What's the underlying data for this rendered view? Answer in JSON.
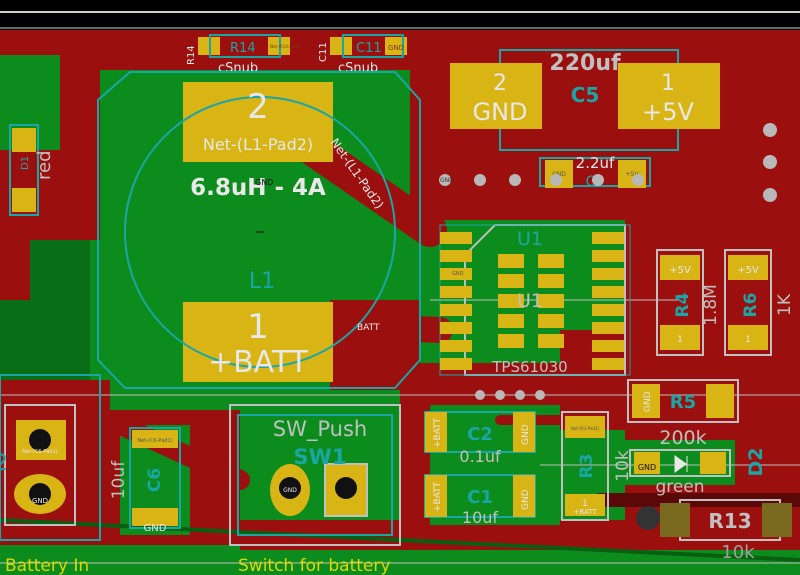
{
  "colors": {
    "background": "#000000",
    "copper_front": "#9c0f0f",
    "copper_back": "#0c8c1c",
    "pad": "#d8b414",
    "silkscreen": "#e8e8e8",
    "fab_outline": "#1aa6a6",
    "via": "#b8b8b8",
    "ratsnest": "#c0c0c0",
    "user_text": "#e0d600"
  },
  "components": {
    "r14": {
      "ref": "R14",
      "value": "R14",
      "fab": "cSnub",
      "pad_net": "Net-(R14-Pad2)"
    },
    "c11": {
      "ref": "C11",
      "value": "C11",
      "fab": "cSnub",
      "pad_net": "GND"
    },
    "c5": {
      "ref": "C5",
      "value": "220uf",
      "pad1_num": "1",
      "pad1_net": "+5V",
      "pad2_num": "2",
      "pad2_net": "GND"
    },
    "c4": {
      "ref": "C4",
      "value": "2.2uf",
      "pad1_net": "+5V",
      "pad2_net": "GND"
    },
    "l1": {
      "ref": "L1",
      "value": "6.8uH - 4A",
      "pad2_num": "2",
      "pad2_net": "Net-(L1-Pad2)",
      "pad1_num": "1",
      "pad1_net": "+BATT",
      "trace_label": "Net-(L1-Pad2)",
      "batt_label": "BATT",
      "gnd_label": "GND"
    },
    "d1": {
      "ref": "D1",
      "value": "red"
    },
    "u1": {
      "ref": "U1",
      "ref_fab": "U1",
      "value": "TPS61030",
      "pin_label": "GND"
    },
    "r4": {
      "ref": "R4",
      "value": "1.8M",
      "pad_net": "+5V",
      "pad_num": "1"
    },
    "r6": {
      "ref": "R6",
      "value": "1K",
      "pad_net": "+5V",
      "pad_num": "1"
    },
    "r5": {
      "ref": "R5",
      "value": "200k",
      "pad_net": "GND"
    },
    "c2": {
      "ref": "C2",
      "value": "0.1uf",
      "pad1_net": "+BATT",
      "pad2_net": "GND"
    },
    "c1": {
      "ref": "C1",
      "value": "10uf",
      "pad1_net": "+BATT",
      "pad2_net": "GND"
    },
    "r3": {
      "ref": "R3",
      "value": "10k",
      "pad1_net": "Net-(R3-Pad2)",
      "pad2_net": "+BATT",
      "pad_num": "1"
    },
    "d2": {
      "ref": "D2",
      "value": "green",
      "pad_net": "GND"
    },
    "r13": {
      "ref": "R13",
      "value": "10k"
    },
    "c6": {
      "ref": "C6",
      "value": "10uf",
      "pad_top": "Net-(C6-Pad1)",
      "pad_bottom": "GND"
    },
    "sw1": {
      "ref": "SW1",
      "value": "SW_Push",
      "hole_label": "GND"
    },
    "j_batt": {
      "pad_net": "Net-(C6-Pad1)",
      "hole_label": "GND",
      "side_num": "2"
    }
  },
  "labels": {
    "battery_in": "Battery In",
    "switch_for_battery": "Switch for battery"
  },
  "vias": {
    "label": "GND"
  }
}
